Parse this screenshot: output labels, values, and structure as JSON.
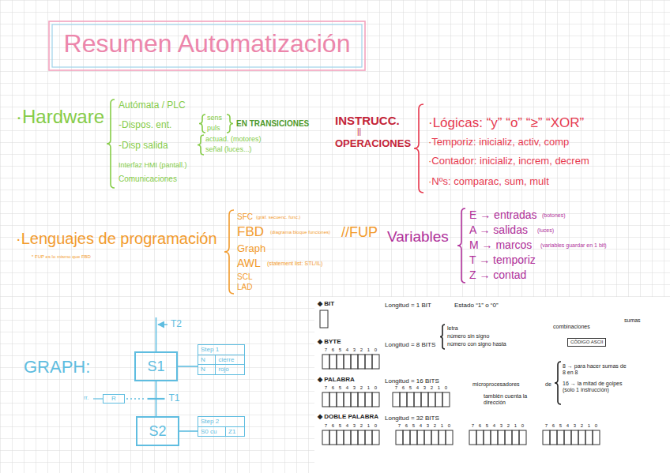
{
  "diagram": {
    "title": "Resumen Automatización",
    "nodes": [
      {
        "text": [
          "S1"
        ]
      },
      {
        "text": [
          "Step 1",
          "N",
          "cierre",
          "N",
          "rojo"
        ]
      },
      {
        "text": [
          "S2"
        ]
      },
      {
        "text": [
          "Step 2",
          "S0 cu",
          "Z1"
        ]
      },
      {
        "text": [
          "R"
        ]
      },
      {
        "text": [
          "CÓDIGO ASCII"
        ]
      }
    ],
    "edges": [
      {
        "from": 0,
        "to": 2,
        "arrow": "none",
        "label": "T1"
      },
      {
        "from": 0,
        "to": 1,
        "arrow": "none"
      },
      {
        "from": 2,
        "to": 3,
        "arrow": "none"
      }
    ],
    "labels": [
      "·Hardware",
      "Autómata / PLC",
      "-Dispos. ent.",
      "sens",
      "puls",
      "EN TRANSICIONES",
      "-Disp salida",
      "actuad. (motores)",
      "señal (luces...)",
      "Interfaz HMI (pantall.)",
      "Comunicaciones",
      "INSTRUCC.",
      "||",
      "OPERACIONES",
      "·Lógicas: “y” “o” “≥” “XOR”",
      "·Temporiz: inicializ, activ, comp",
      "·Contador: inicializ, increm, decrem",
      "·Nºs: comparac, sum, mult",
      "·Lenguajes de programación",
      "* FUP es lo mismo que FBD",
      "SFC",
      "(gráf. secuenc. func.)",
      "FBD",
      "(diagrama bloque funciones)",
      "//FUP",
      "Graph",
      "AWL",
      "(statement list: STL/IL)",
      "SCL",
      "LAD",
      "Variables",
      "E → entradas",
      "(botones)",
      "A → salidas",
      "(luces)",
      "M → marcos",
      "(variables guardar en 1 bit)",
      "T → temporiz",
      "Z → contad",
      "GRAPH:",
      "T2",
      "rr.",
      "◆ BIT",
      "Longitud = 1 BIT",
      "Estado “1” o “0”",
      "◆ BYTE",
      "Longitud = 8 BITS",
      "letra",
      "número sin signo",
      "número con signo hasta",
      "◆ PALABRA",
      "Longitud = 16 BITS",
      "microprocesadores",
      "de",
      "también cuenta la dirección",
      "combinaciones",
      "sumas",
      "8 → para hacer sumas de 8 en 8",
      "16 → la mitad de golpes (solo 1 instrucción)",
      "◆ DOBLE PALABRA",
      "Longitud = 32 BITS",
      "7",
      "6",
      "5",
      "4",
      "3",
      "2",
      "1",
      "0",
      "7",
      "6",
      "5",
      "4",
      "3",
      "2",
      "1",
      "0",
      "7",
      "6",
      "5",
      "4",
      "3",
      "2",
      "1",
      "0",
      "7",
      "6",
      "5",
      "4",
      "3",
      "2",
      "1",
      "0",
      "7",
      "6",
      "5",
      "4",
      "3",
      "2",
      "1",
      "0",
      "7",
      "6",
      "5",
      "4",
      "3",
      "2",
      "1",
      "0",
      "7",
      "6",
      "5",
      "4",
      "3",
      "2",
      "1",
      "0"
    ]
  }
}
